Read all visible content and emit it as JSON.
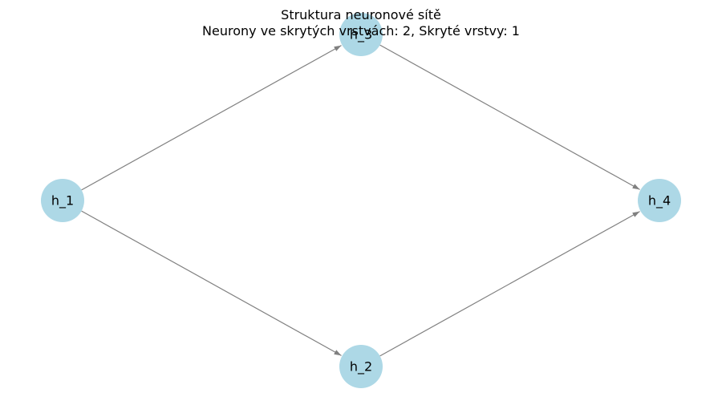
{
  "title": "Struktura neuronové sítě",
  "subtitle": "Neurony ve skrytých vrstvách: 2, Skryté vrstvy: 1",
  "colors": {
    "node_fill": "#add8e6",
    "edge": "#808080",
    "text": "#000000"
  },
  "nodes": [
    {
      "id": "h_1",
      "label": "h_1"
    },
    {
      "id": "h_2",
      "label": "h_2"
    },
    {
      "id": "h_3",
      "label": "h_3"
    },
    {
      "id": "h_4",
      "label": "h_4"
    }
  ],
  "edges": [
    {
      "from": "h_1",
      "to": "h_3"
    },
    {
      "from": "h_1",
      "to": "h_2"
    },
    {
      "from": "h_3",
      "to": "h_4"
    },
    {
      "from": "h_2",
      "to": "h_4"
    }
  ]
}
